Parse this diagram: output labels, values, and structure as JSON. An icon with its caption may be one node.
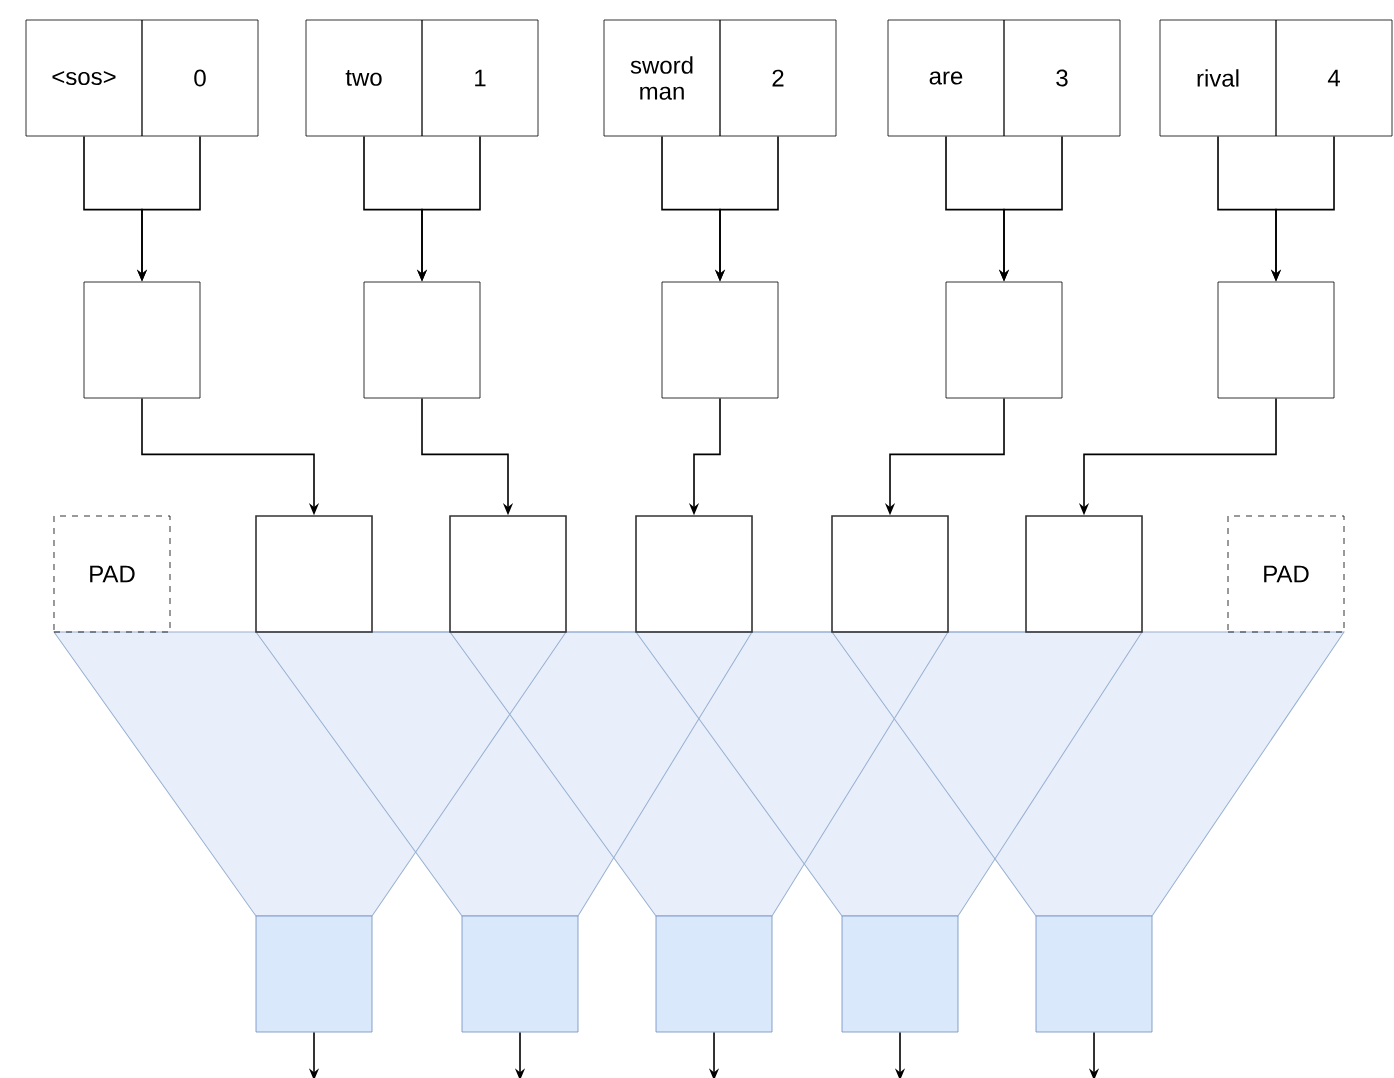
{
  "diagram": {
    "nodes": [
      {
        "text": [
          "<sos>"
        ]
      },
      {
        "text": [
          "0"
        ]
      },
      {
        "text": [
          "two"
        ]
      },
      {
        "text": [
          "1"
        ]
      },
      {
        "text": [
          "sword man"
        ]
      },
      {
        "text": [
          "2"
        ]
      },
      {
        "text": [
          "are"
        ]
      },
      {
        "text": [
          "3"
        ]
      },
      {
        "text": [
          "rival"
        ]
      },
      {
        "text": [
          "4"
        ]
      },
      {
        "text": [],
        "shape": "box"
      },
      {
        "text": [],
        "shape": "box"
      },
      {
        "text": [],
        "shape": "box"
      },
      {
        "text": [],
        "shape": "box"
      },
      {
        "text": [],
        "shape": "box"
      },
      {
        "text": [
          "PAD"
        ]
      },
      {
        "text": [],
        "shape": "box"
      },
      {
        "text": [],
        "shape": "box"
      },
      {
        "text": [],
        "shape": "box"
      },
      {
        "text": [],
        "shape": "box"
      },
      {
        "text": [],
        "shape": "box"
      },
      {
        "text": [
          "PAD"
        ]
      },
      {
        "text": [],
        "shape": "box"
      },
      {
        "text": [],
        "shape": "box"
      },
      {
        "text": [],
        "shape": "box"
      },
      {
        "text": [],
        "shape": "box"
      },
      {
        "text": [],
        "shape": "box"
      }
    ],
    "edges": [
      {
        "from": 0,
        "to": 10,
        "arrow": "to"
      },
      {
        "from": 1,
        "to": 10,
        "arrow": "to"
      },
      {
        "from": 2,
        "to": 11,
        "arrow": "to"
      },
      {
        "from": 3,
        "to": 11,
        "arrow": "to"
      },
      {
        "from": 4,
        "to": 12,
        "arrow": "to"
      },
      {
        "from": 5,
        "to": 12,
        "arrow": "to"
      },
      {
        "from": 6,
        "to": 13,
        "arrow": "to"
      },
      {
        "from": 7,
        "to": 13,
        "arrow": "to"
      },
      {
        "from": 8,
        "to": 14,
        "arrow": "to"
      },
      {
        "from": 9,
        "to": 14,
        "arrow": "to"
      },
      {
        "from": 10,
        "to": 16,
        "arrow": "to"
      },
      {
        "from": 11,
        "to": 17,
        "arrow": "to"
      },
      {
        "from": 12,
        "to": 18,
        "arrow": "to"
      },
      {
        "from": 13,
        "to": 19,
        "arrow": "to"
      },
      {
        "from": 14,
        "to": 20,
        "arrow": "to"
      },
      {
        "from": 22,
        "to": null,
        "arrow": "to"
      },
      {
        "from": 23,
        "to": null,
        "arrow": "to"
      },
      {
        "from": 24,
        "to": null,
        "arrow": "to"
      },
      {
        "from": 25,
        "to": null,
        "arrow": "to"
      },
      {
        "from": 26,
        "to": null,
        "arrow": "to"
      }
    ]
  }
}
